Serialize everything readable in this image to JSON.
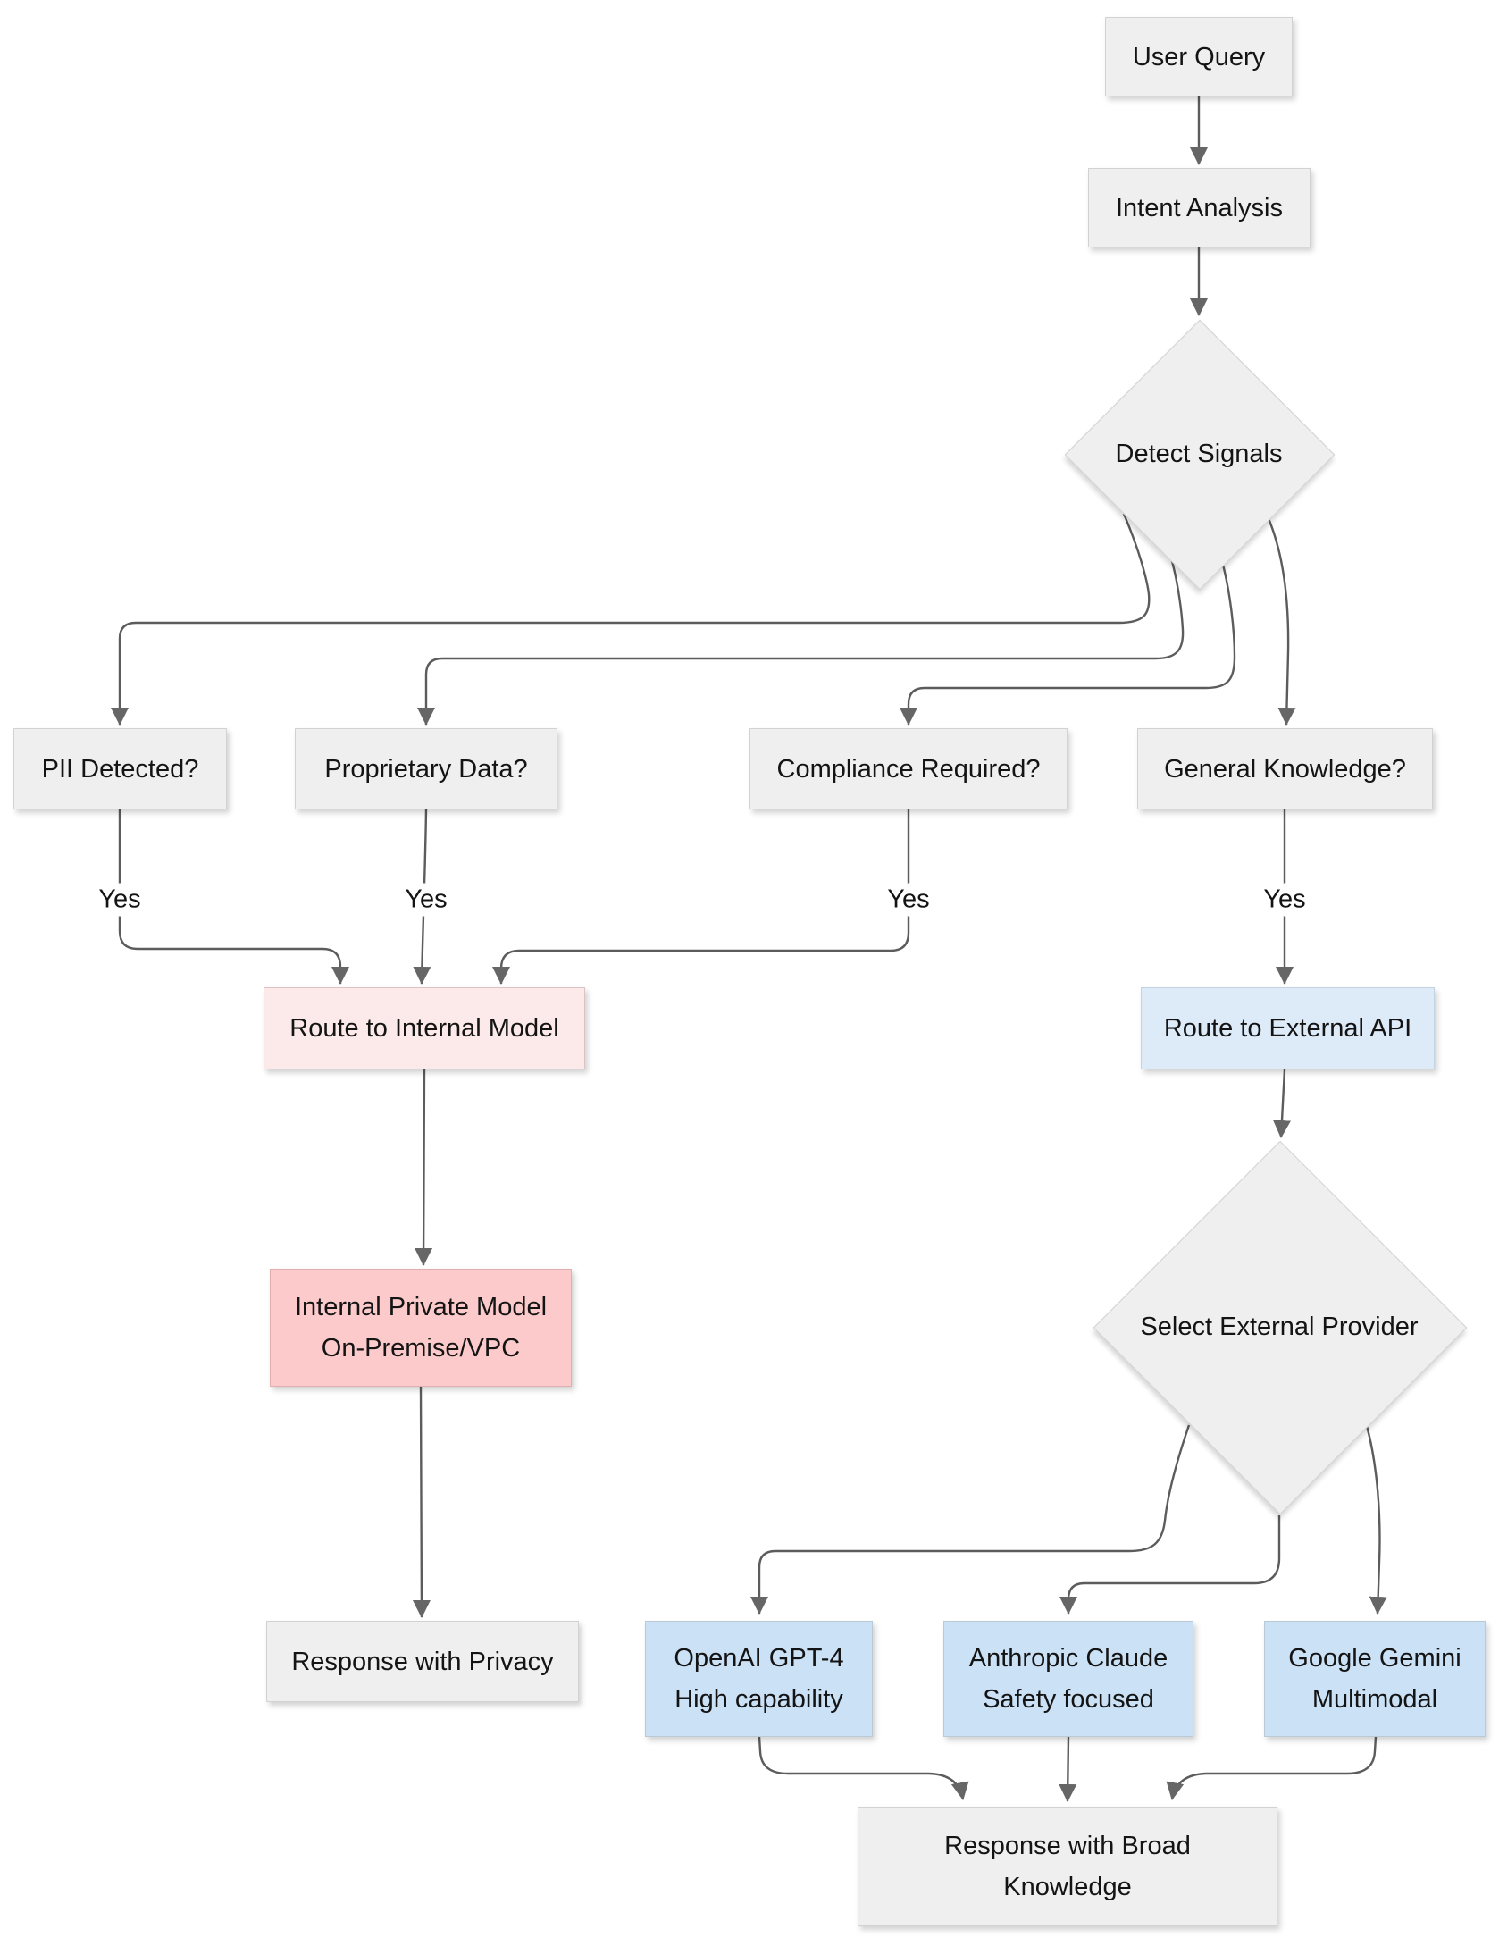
{
  "colors": {
    "background": "#ffffff",
    "text": "#141414",
    "edge": "#5c5c5c",
    "arrow": "#666666",
    "gray_fill": "#efefef",
    "gray_border": "#d2d2d2",
    "pink_light_fill": "#fce9e9",
    "pink_light_border": "#dcc3c3",
    "pink_fill": "#fccaca",
    "pink_border": "#dfaeae",
    "blue_light_fill": "#ddeaf8",
    "blue_light_border": "#c3d3e4",
    "blue_fill": "#cbe1f6",
    "blue_border": "#bac9d6"
  },
  "nodes": {
    "user_query": {
      "label": "User Query"
    },
    "intent_analysis": {
      "label": "Intent Analysis"
    },
    "detect_signals": {
      "label": "Detect Signals"
    },
    "pii_detected": {
      "label": "PII Detected?"
    },
    "proprietary_data": {
      "label": "Proprietary Data?"
    },
    "compliance_required": {
      "label": "Compliance Required?"
    },
    "general_knowledge": {
      "label": "General Knowledge?"
    },
    "route_internal": {
      "label": "Route to Internal Model"
    },
    "route_external": {
      "label": "Route to External API"
    },
    "internal_model": {
      "line1": "Internal Private Model",
      "line2": "On-Premise/VPC"
    },
    "select_provider": {
      "label": "Select External Provider"
    },
    "openai": {
      "line1": "OpenAI GPT-4",
      "line2": "High capability"
    },
    "anthropic": {
      "line1": "Anthropic Claude",
      "line2": "Safety focused"
    },
    "gemini": {
      "line1": "Google Gemini",
      "line2": "Multimodal"
    },
    "response_privacy": {
      "label": "Response with Privacy"
    },
    "response_broad": {
      "line1": "Response with Broad",
      "line2": "Knowledge"
    }
  },
  "edge_labels": {
    "pii_yes": "Yes",
    "proprietary_yes": "Yes",
    "compliance_yes": "Yes",
    "general_yes": "Yes"
  }
}
